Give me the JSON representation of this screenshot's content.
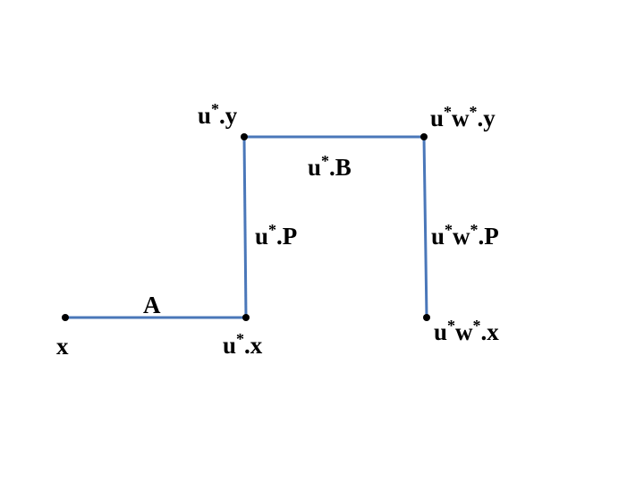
{
  "diagram": {
    "edge_color": "#4a77b9",
    "node_color": "#000000",
    "nodes": {
      "x": "x",
      "ux": {
        "base": "u",
        "sup": "*",
        "tail": ".x"
      },
      "uy": {
        "base": "u",
        "sup": "*",
        "tail": ".y"
      },
      "uwy": {
        "base1": "u",
        "sup1": "*",
        "base2": "w",
        "sup2": "*",
        "tail": ".y"
      },
      "uwx": {
        "base1": "u",
        "sup1": "*",
        "base2": "w",
        "sup2": "*",
        "tail": ".x"
      }
    },
    "edges": {
      "a": {
        "label": "A"
      },
      "up": {
        "base": "u",
        "sup": "*",
        "tail": ".P"
      },
      "ub": {
        "base": "u",
        "sup": "*",
        "tail": ".B"
      },
      "uwp": {
        "base1": "u",
        "sup1": "*",
        "base2": "w",
        "sup2": "*",
        "tail": ".P"
      }
    }
  }
}
